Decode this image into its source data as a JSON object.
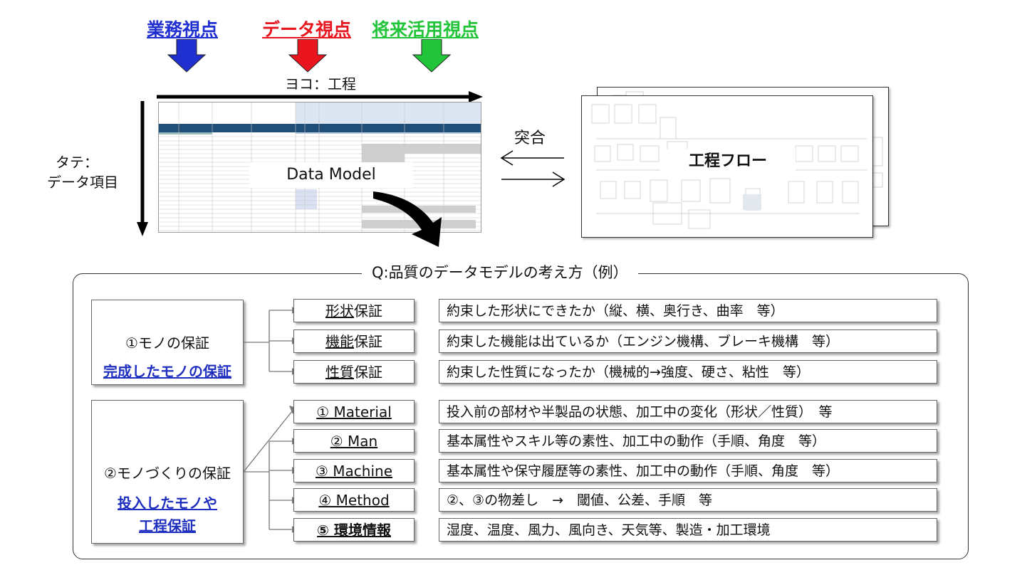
{
  "perspectives": [
    {
      "label": "業務視点",
      "color": "#1f2fd0"
    },
    {
      "label": "データ視点",
      "color": "#e8141e"
    },
    {
      "label": "将来活用視点",
      "color": "#22c43a"
    }
  ],
  "axes": {
    "horizontal": "ヨコ：工程",
    "vertical_line1": "タテ：",
    "vertical_line2": "データ項目"
  },
  "data_model_label": "Data Model",
  "match_label": "突合",
  "process_flow_label": "工程フロー",
  "question_title": "Q:品質のデータモデルの考え方（例）",
  "categories": [
    {
      "title": "①モノの保証",
      "subtitle_line1": "完成したモノの保証",
      "subtitle_line2": ""
    },
    {
      "title": "②モノづくりの保証",
      "subtitle_line1": "投入したモノや",
      "subtitle_line2": "工程保証"
    }
  ],
  "items": [
    {
      "underlined": "形状",
      "rest": "保証",
      "description": "約束した形状にできたか（縦、横、奥行き、曲率　等）"
    },
    {
      "underlined": "機能",
      "rest": "保証",
      "description": "約束した機能は出ているか（エンジン機構、ブレーキ機構　等）"
    },
    {
      "underlined": "性質",
      "rest": "保証",
      "description": "約束した性質になったか（機械的→強度、硬さ、粘性　等）"
    },
    {
      "underlined": "① Material",
      "rest": "",
      "description": "投入前の部材や半製品の状態、加工中の変化（形状／性質）　等"
    },
    {
      "underlined": "② Man",
      "rest": "",
      "description": "基本属性やスキル等の素性、加工中の動作（手順、角度　等）"
    },
    {
      "underlined": "③ Machine",
      "rest": "",
      "description": "基本属性や保守履歴等の素性、加工中の動作（手順、角度　等）"
    },
    {
      "underlined": "④ Method",
      "rest": "",
      "description": "②、③の物差し　→　閾値、公差、手順　等"
    },
    {
      "underlined": "⑤ 環境情報",
      "rest": "",
      "description": "湿度、温度、風力、風向き、天気等、製造・加工環境"
    }
  ]
}
